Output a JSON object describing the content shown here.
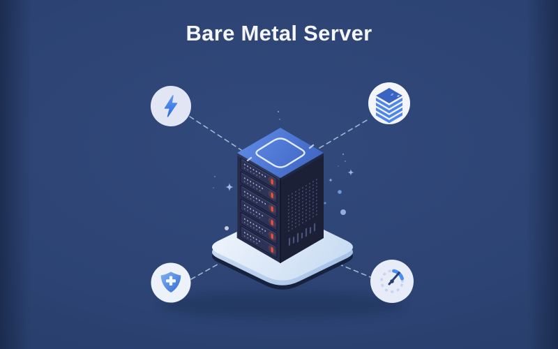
{
  "header": {
    "title": "Bare Metal Server"
  },
  "illustration": {
    "subject": "isometric server tower on pedestal platform",
    "rack_unit_count": 6,
    "feature_icons": [
      {
        "name": "lightning-bolt-icon",
        "position": "top-left"
      },
      {
        "name": "storage-stack-icon",
        "position": "top-right"
      },
      {
        "name": "security-shield-icon",
        "position": "bottom-left"
      },
      {
        "name": "speed-gauge-icon",
        "position": "bottom-right"
      }
    ],
    "connector_style": "dashed"
  },
  "colors": {
    "background": "#2c4373",
    "background_edge": "#243a66",
    "title_text": "#f4f6fb",
    "server_top_face": "#4a74cc",
    "server_front_face": "#252b48",
    "server_side_face": "#1b2037",
    "led_red": "#f0543a",
    "accent_blue": "#4a80e8",
    "platform_top": "#e7f0fb",
    "platform_shadow": "#17223f",
    "icon_circle": "#e9edf9",
    "dashed_line": "#ccd9f2"
  }
}
